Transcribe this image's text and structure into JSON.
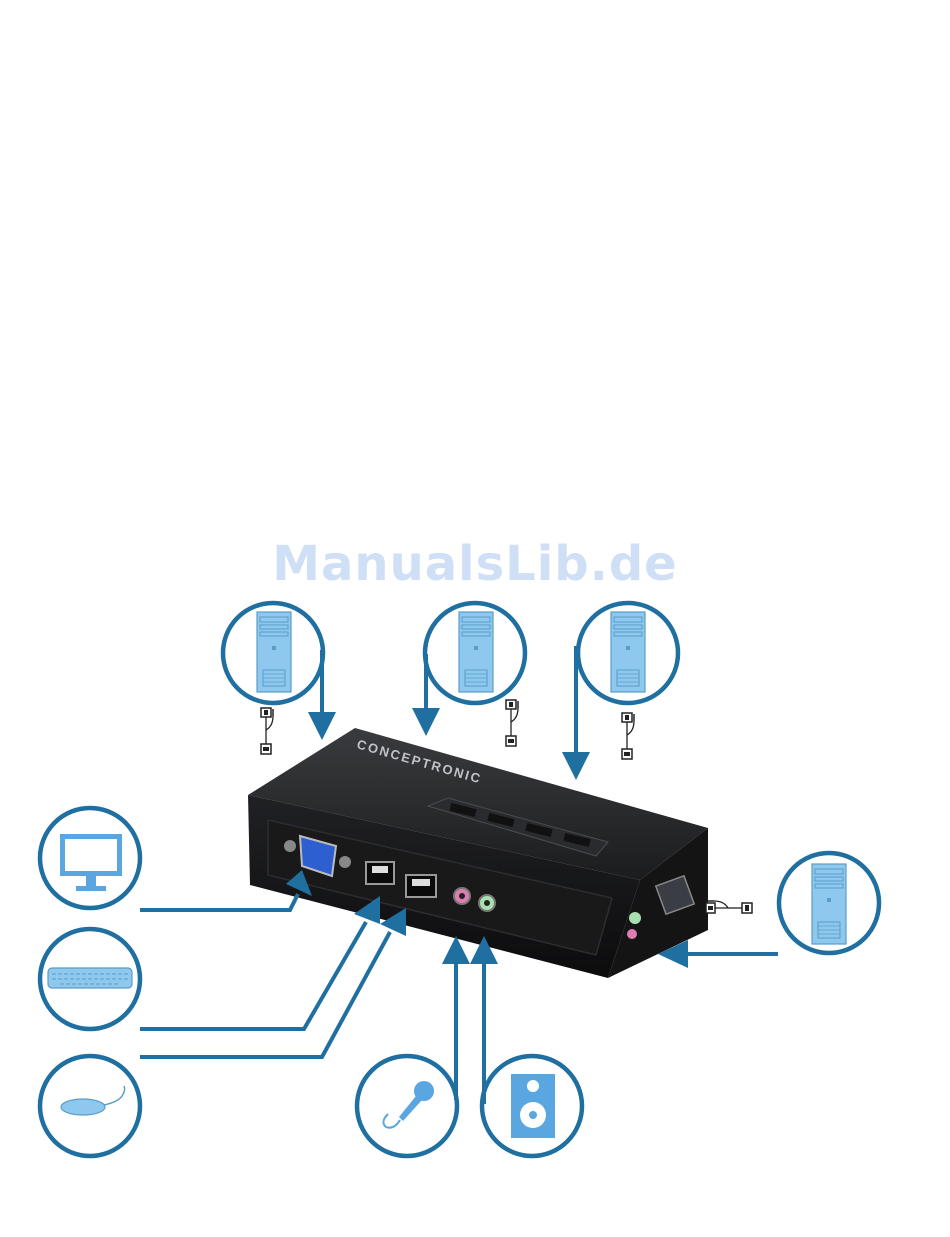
{
  "watermark": "ManualsLib.de",
  "device": {
    "brand": "CONCEPTRONIC",
    "port_count": 4,
    "accent_color": "#1f6fa0",
    "computer_color": "#8ec8ee"
  },
  "peripherals": [
    {
      "id": "pc1",
      "icon": "computer-tower-icon"
    },
    {
      "id": "pc2",
      "icon": "computer-tower-icon"
    },
    {
      "id": "pc3",
      "icon": "computer-tower-icon"
    },
    {
      "id": "pc4",
      "icon": "computer-tower-icon"
    },
    {
      "id": "monitor",
      "icon": "monitor-icon"
    },
    {
      "id": "keyboard",
      "icon": "keyboard-icon"
    },
    {
      "id": "mouse",
      "icon": "mouse-icon"
    },
    {
      "id": "microphone",
      "icon": "microphone-icon"
    },
    {
      "id": "speaker",
      "icon": "speaker-icon"
    }
  ]
}
